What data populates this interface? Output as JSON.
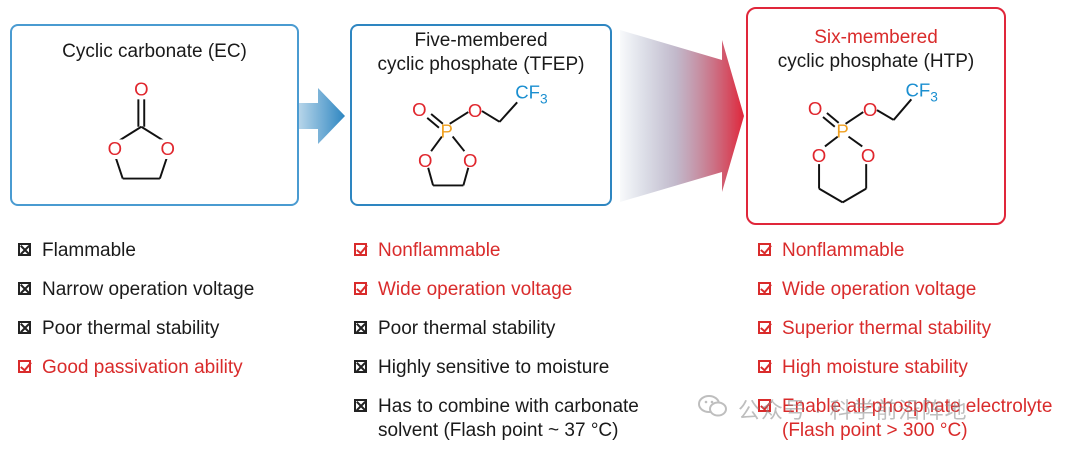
{
  "colors": {
    "blue": "#2e86c1",
    "red": "#e0263a",
    "oxygen": "#e0262d",
    "phosphorus": "#f0a020",
    "cf3": "#1b8fd0"
  },
  "panels": {
    "ec": {
      "title_line1": "Cyclic carbonate (EC)"
    },
    "tfep": {
      "title_line1": "Five-membered",
      "title_line2": "cyclic phosphate (TFEP)"
    },
    "htp": {
      "title_line1": "Six-membered",
      "title_line2": "cyclic phosphate (HTP)"
    }
  },
  "atoms": {
    "O": "O",
    "P": "P",
    "CF": "CF",
    "sub3": "3"
  },
  "lists": {
    "ec": [
      {
        "mark": "cross",
        "text": "Flammable"
      },
      {
        "mark": "cross",
        "text": "Narrow operation voltage"
      },
      {
        "mark": "cross",
        "text": "Poor thermal stability"
      },
      {
        "mark": "check",
        "text": "Good passivation ability"
      }
    ],
    "tfep": [
      {
        "mark": "check",
        "text": "Nonflammable"
      },
      {
        "mark": "check",
        "text": "Wide operation voltage"
      },
      {
        "mark": "cross",
        "text": "Poor thermal stability"
      },
      {
        "mark": "cross",
        "text": "Highly sensitive to moisture"
      },
      {
        "mark": "cross",
        "text": "Has to combine with carbonate",
        "text2": "solvent (Flash point ~ 37 °C)"
      }
    ],
    "htp": [
      {
        "mark": "check",
        "text": "Nonflammable"
      },
      {
        "mark": "check",
        "text": "Wide operation voltage"
      },
      {
        "mark": "check",
        "text": "Superior thermal stability"
      },
      {
        "mark": "check",
        "text": "High moisture stability"
      },
      {
        "mark": "check",
        "text": "Enable all-phosphate electrolyte",
        "text2": "(Flash point  > 300 °C)"
      }
    ]
  },
  "watermark": {
    "icon": "wechat-icon",
    "text": "公众号 · 科学前沿阵地"
  }
}
